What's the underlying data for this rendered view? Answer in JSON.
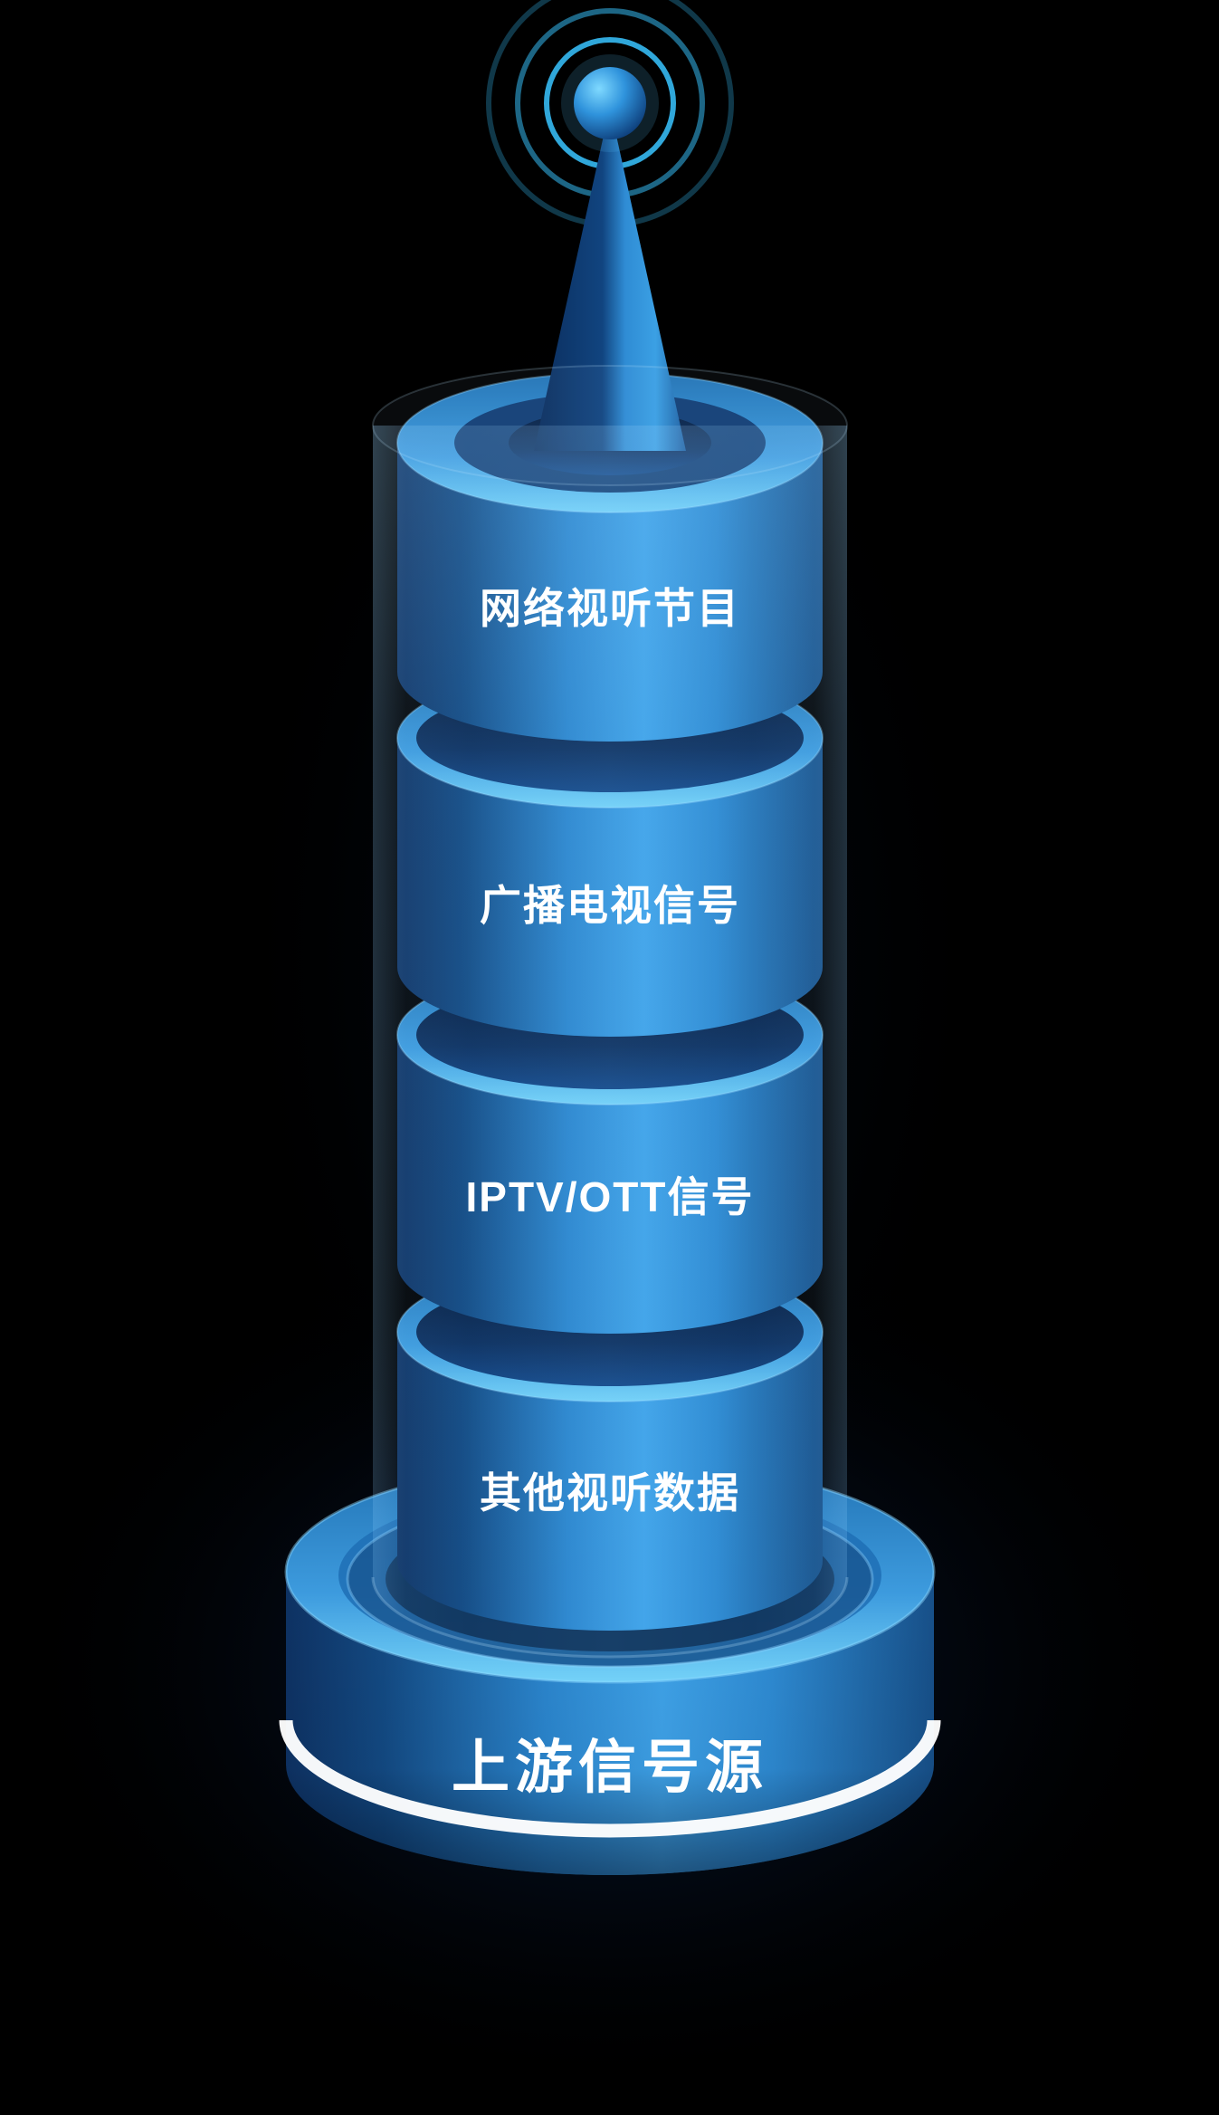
{
  "illustration": {
    "background_color": "#000000",
    "colors": {
      "body_dark": "#0E3263",
      "body_bright": "#3FA3E9",
      "top_light": "#74D2F8",
      "signal_ring_cyan": "#35B9F2",
      "stripe_white": "#FFFFFF",
      "text": "#FFFFFF"
    },
    "antenna": {
      "icon": "antenna-broadcast-icon"
    },
    "segments": [
      {
        "id": "network-av-programs",
        "label": "网络视听节目"
      },
      {
        "id": "broadcast-tv-signal",
        "label": "广播电视信号"
      },
      {
        "id": "iptv-ott-signal",
        "label": "IPTV/OTT信号"
      },
      {
        "id": "other-av-data",
        "label": "其他视听数据"
      }
    ],
    "base": {
      "label": "上游信号源"
    }
  }
}
